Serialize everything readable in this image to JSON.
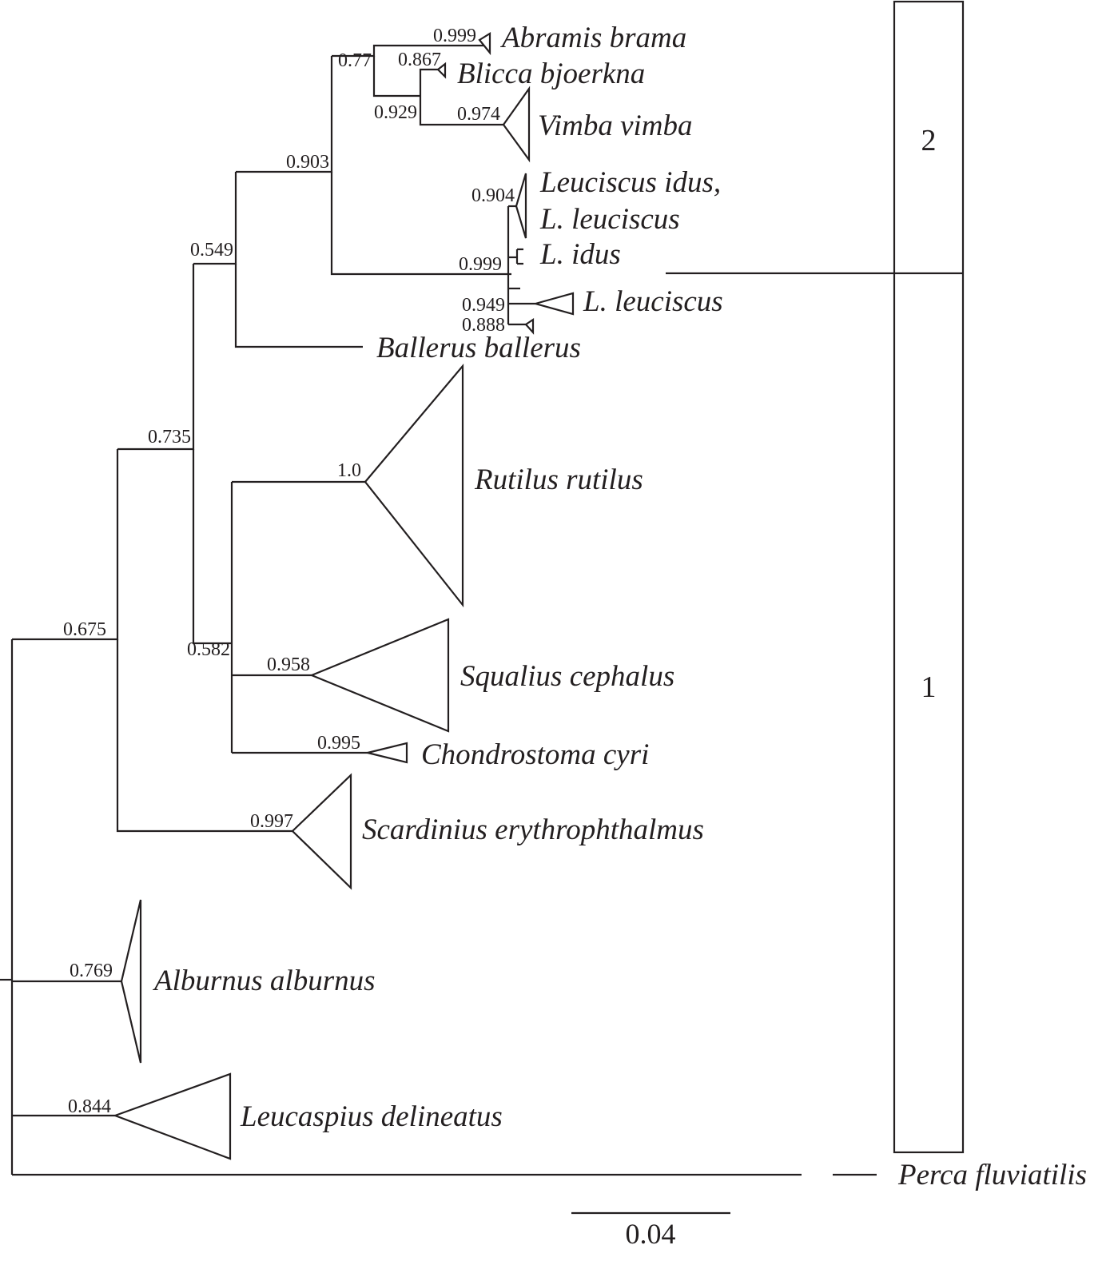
{
  "figure": {
    "type": "phylogenetic-tree",
    "scale_bar_label": "0.04",
    "groups": [
      {
        "id": "2",
        "label": "2"
      },
      {
        "id": "1",
        "label": "1"
      }
    ],
    "support_values": {
      "abramis": "0.999",
      "abramis_blicca_vimba": "0.77",
      "blicca": "0.867",
      "blicca_vimba": "0.929",
      "vimba": "0.974",
      "leuciscini_top": "0.903",
      "leuciscus_idus_leuciscus": "0.904",
      "leuciscus_clade": "0.999",
      "l_leuciscus": "0.949",
      "leuciscus_small": "0.888",
      "ballerus_node": "0.549",
      "rutilus_group": "0.735",
      "rutilus": "1.0",
      "squalius_chondrostoma": "0.582",
      "squalius": "0.958",
      "chondrostoma": "0.995",
      "ingroup": "0.675",
      "scardinius": "0.997",
      "alburnus": "0.769",
      "leucaspius": "0.844"
    },
    "taxa": {
      "abramis": "Abramis brama",
      "blicca": "Blicca bjoerkna",
      "vimba": "Vimba vimba",
      "leuciscus_idus_line1": "Leuciscus idus,",
      "leuciscus_idus_line2": "L. leuciscus",
      "l_idus": "L. idus",
      "l_leuciscus": "L. leuciscus",
      "ballerus": "Ballerus ballerus",
      "rutilus": "Rutilus rutilus",
      "squalius": "Squalius cephalus",
      "chondrostoma": "Chondrostoma cyri",
      "scardinius": "Scardinius erythrophthalmus",
      "alburnus": "Alburnus alburnus",
      "leucaspius": "Leucaspius delineatus",
      "perca": "Perca fluviatilis"
    }
  }
}
